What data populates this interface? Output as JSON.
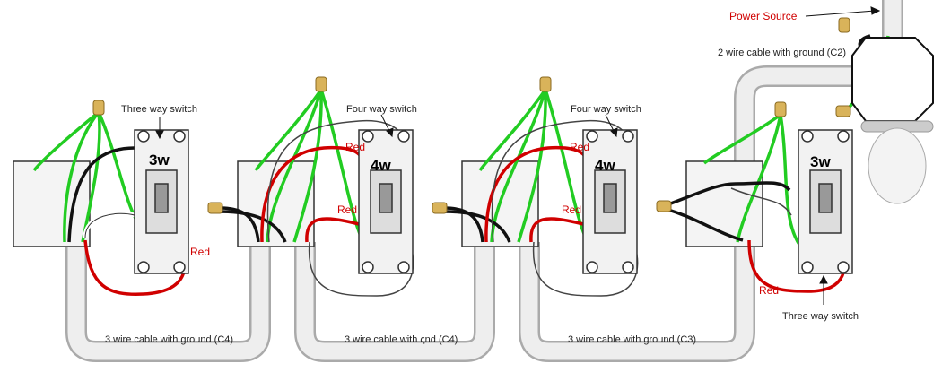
{
  "colors": {
    "hot_wire": "#d00000",
    "ground_wire": "#22cc22",
    "neutral_wire": "#111111",
    "cable": "#e6e6e6",
    "label_red": "#d00000"
  },
  "power_source": {
    "label": "Power Source"
  },
  "cable_c2": {
    "label": "2 wire cable with ground (C2)"
  },
  "cables": [
    {
      "label": "3 wire cable with ground (C4)"
    },
    {
      "label": "3 wire cable with ςnd (C4)"
    },
    {
      "label": "3 wire cable with ɡround (C3)"
    }
  ],
  "switches": [
    {
      "title": "Three way switch",
      "badge": "3w",
      "red_label": "Red"
    },
    {
      "title": "Four way switch",
      "badge": "4w",
      "red_labels": [
        "Red",
        "Red"
      ]
    },
    {
      "title": "Four way switch",
      "badge": "4w",
      "red_labels": [
        "Red",
        "Red"
      ]
    },
    {
      "title": "Three way switch",
      "badge": "3w",
      "red_label": "Red"
    }
  ]
}
